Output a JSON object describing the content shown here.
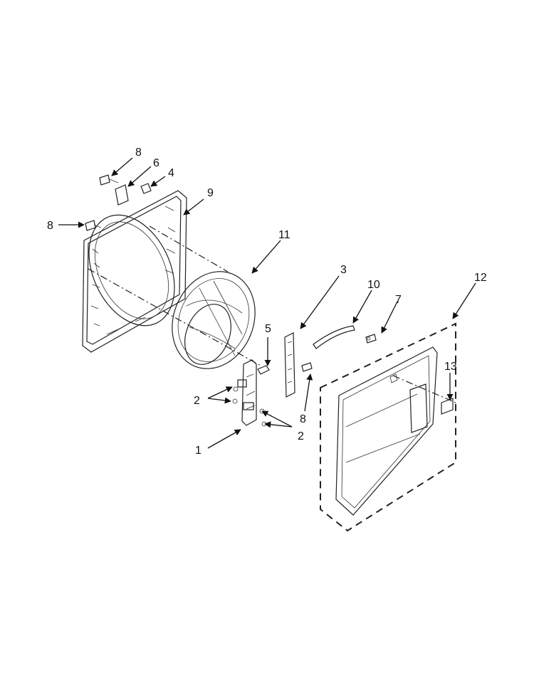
{
  "callouts": {
    "c8a": "8",
    "c6": "6",
    "c4": "4",
    "c9": "9",
    "c8b": "8",
    "c11": "11",
    "c3": "3",
    "c10": "10",
    "c7": "7",
    "c12": "12",
    "c5": "5",
    "c13": "13",
    "c2a": "2",
    "c8c": "8",
    "c2b": "2",
    "c1": "1"
  }
}
